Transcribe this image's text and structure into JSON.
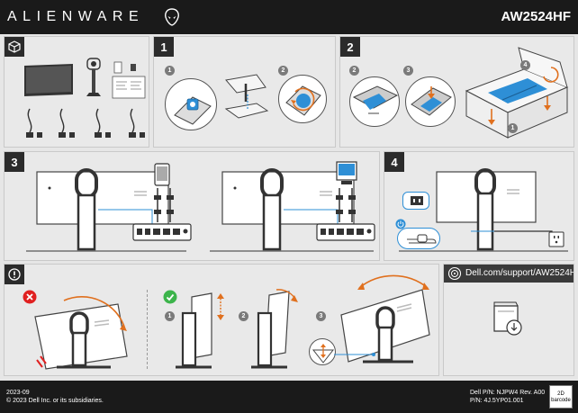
{
  "header": {
    "brand": "ALIENWARE",
    "model": "AW2524HF",
    "logo_icon": "alien-head-icon"
  },
  "steps": {
    "s1": "1",
    "s2": "2",
    "s3": "3",
    "s4": "4"
  },
  "substeps": {
    "one": "1",
    "two": "2",
    "three": "3",
    "four": "4"
  },
  "support": {
    "url": "Dell.com/support/AW2524HF"
  },
  "footer": {
    "date": "2023-09",
    "copyright": "© 2023 Dell Inc. or its subsidiaries.",
    "dell_pn": "Dell P/N: NJPW4 Rev. A00",
    "pn": "P/N: 4J.5YP01.001",
    "barcode": "2D barcode"
  },
  "colors": {
    "accent": "#2e8fd6",
    "warning": "#e0701e",
    "error": "#e02020",
    "ok": "#3cb44b",
    "bar": "#1a1a1a"
  }
}
